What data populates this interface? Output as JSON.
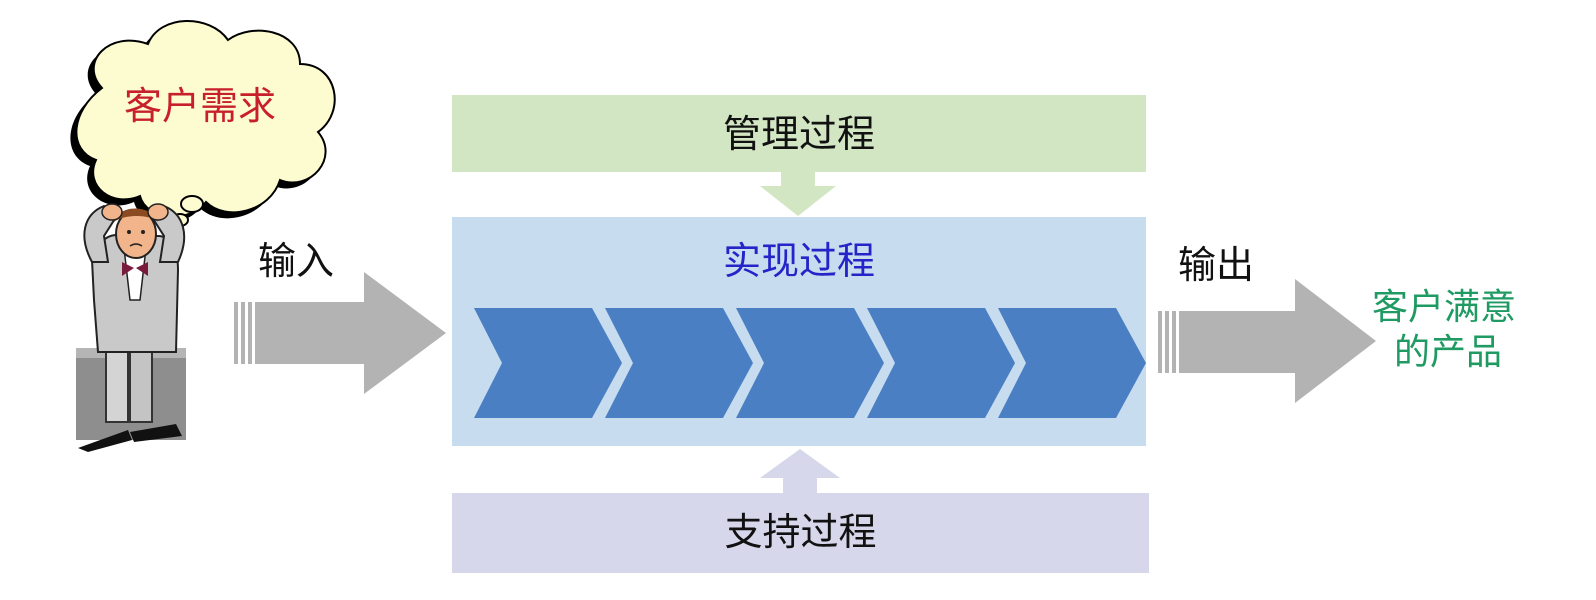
{
  "customer_demand": "客户需求",
  "input_label": "输入",
  "management_process": "管理过程",
  "implementation_process": "实现过程",
  "support_process": "支持过程",
  "output_label": "输出",
  "satisfied_product": {
    "line1": "客户满意",
    "line2": "的产品"
  },
  "chevron_count": 5,
  "colors": {
    "management_box": "#d3e6c3",
    "implementation_box": "#c7dcee",
    "support_box": "#d6d7ea",
    "chevron": "#4a7fc4",
    "arrow_gray": "#b3b3b3",
    "demand_text": "#c8202a",
    "implementation_text": "#2424c8",
    "product_text": "#1f9a62",
    "cloud_fill": "#fdfbd0"
  }
}
